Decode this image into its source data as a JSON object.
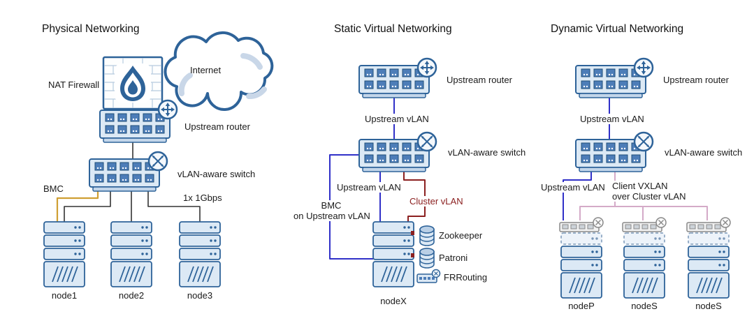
{
  "sections": {
    "physical": {
      "title": "Physical Networking",
      "internet": "Internet",
      "nat_firewall": "NAT Firewall",
      "upstream_router": "Upstream router",
      "vlan_switch": "vLAN-aware switch",
      "bmc": "BMC",
      "link_speed": "1x 1Gbps",
      "node1": "node1",
      "node2": "node2",
      "node3": "node3"
    },
    "static_virtual": {
      "title": "Static Virtual Networking",
      "upstream_router": "Upstream router",
      "upstream_vlan_top": "Upstream vLAN",
      "vlan_switch": "vLAN-aware switch",
      "upstream_vlan": "Upstream vLAN",
      "cluster_vlan": "Cluster vLAN",
      "bmc_line1": "BMC",
      "bmc_line2": "on Upstream vLAN",
      "zookeeper": "Zookeeper",
      "patroni": "Patroni",
      "frrouting": "FRRouting",
      "node": "nodeX"
    },
    "dynamic_virtual": {
      "title": "Dynamic Virtual Networking",
      "upstream_router": "Upstream router",
      "upstream_vlan_top": "Upstream vLAN",
      "vlan_switch": "vLAN-aware switch",
      "upstream_vlan": "Upstream vLAN",
      "client_vxlan_line1": "Client VXLAN",
      "client_vxlan_line2": "over Cluster vLAN",
      "node_p": "nodeP",
      "node_s1": "nodeS",
      "node_s2": "nodeS"
    }
  },
  "colors": {
    "component_outline": "#2e6399",
    "component_fill": "#dce9f5",
    "physical_link": "#333333",
    "upstream_vlan": "#3030c8",
    "cluster_vlan": "#8b2020",
    "bmc_link": "#cf9f33",
    "client_vxlan": "#d4aac8"
  }
}
